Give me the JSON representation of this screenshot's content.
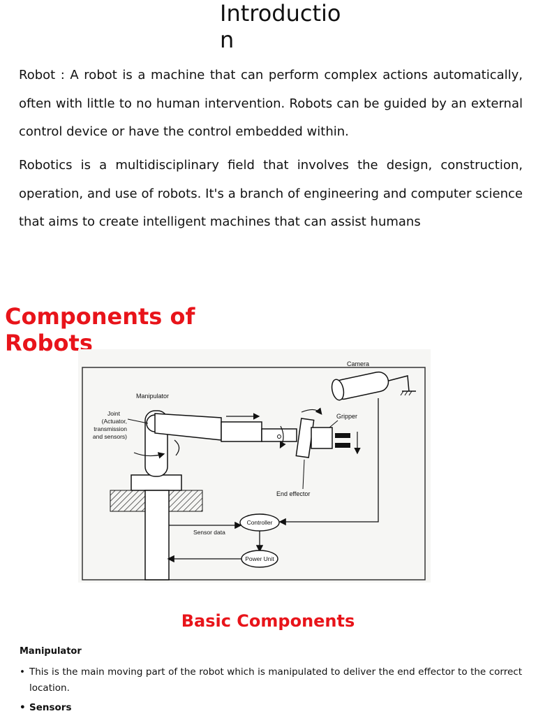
{
  "intro": {
    "title": "Introduction",
    "paragraph1": "Robot : A robot is a machine that can perform complex actions automatically, often with little to no human intervention. Robots can be guided by an external control device or have the control embedded within.",
    "paragraph2": "Robotics is a multidisciplinary field that involves the design, construction, operation, and use of robots. It's a branch of engineering and computer science that aims to create intelligent machines that can assist humans"
  },
  "components": {
    "title": "Components of Robots"
  },
  "diagram": {
    "labels": {
      "camera": "Camera",
      "manipulator": "Manipulator",
      "joint_line1": "Joint",
      "joint_line2": "(Actuator,",
      "joint_line3": "transmission",
      "joint_line4": "and sensors)",
      "gripper": "Gripper",
      "end_effector": "End effector",
      "controller": "Controller",
      "sensor_data": "Sensor data",
      "power_unit": "Power Unit"
    }
  },
  "basic": {
    "title": "Basic Components",
    "subheading": "Manipulator",
    "bullets": [
      "This is the main moving part of the robot which is manipulated to deliver the end effector to the correct location.",
      "Sensors"
    ]
  }
}
